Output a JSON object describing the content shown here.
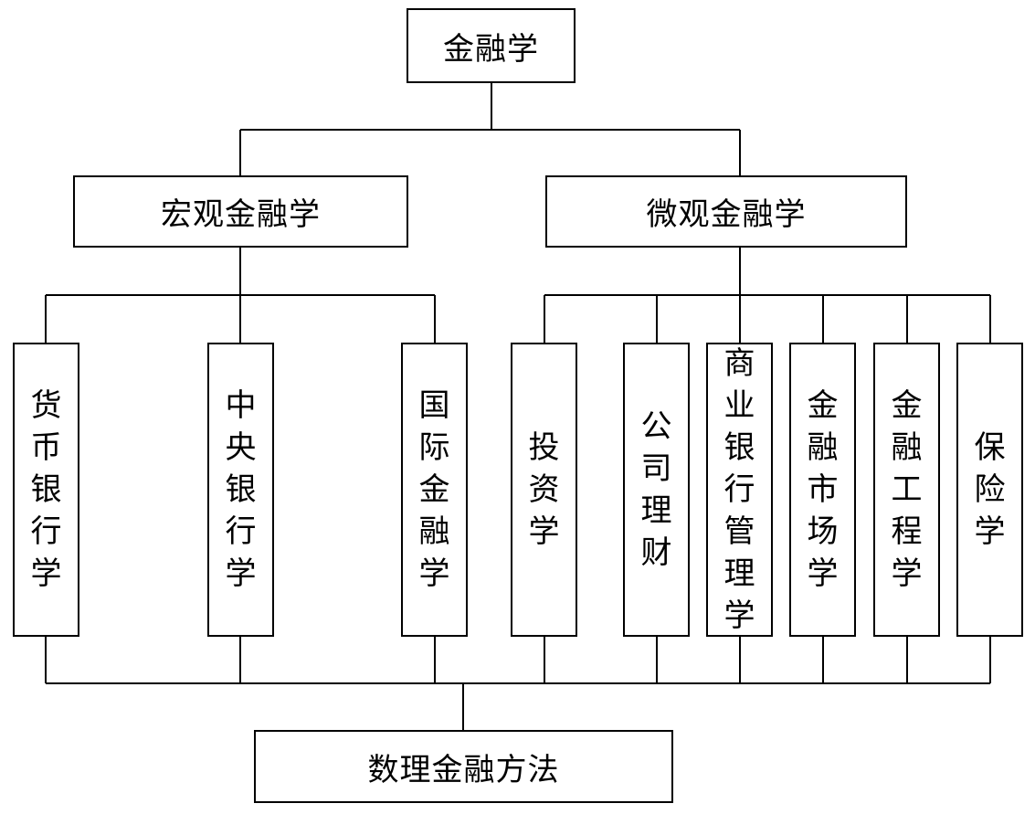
{
  "root": {
    "label": "金融学"
  },
  "macro": {
    "label": "宏观金融学"
  },
  "micro": {
    "label": "微观金融学"
  },
  "macro_subjects": [
    {
      "label": "货币银行学"
    },
    {
      "label": "中央银行学"
    },
    {
      "label": "国际金融学"
    }
  ],
  "micro_subjects": [
    {
      "label": "投资学"
    },
    {
      "label": "公司理财"
    },
    {
      "label": "商业银行管理学"
    },
    {
      "label": "金融市场学"
    },
    {
      "label": "金融工程学"
    },
    {
      "label": "保险学"
    }
  ],
  "foundation": {
    "label": "数理金融方法"
  }
}
